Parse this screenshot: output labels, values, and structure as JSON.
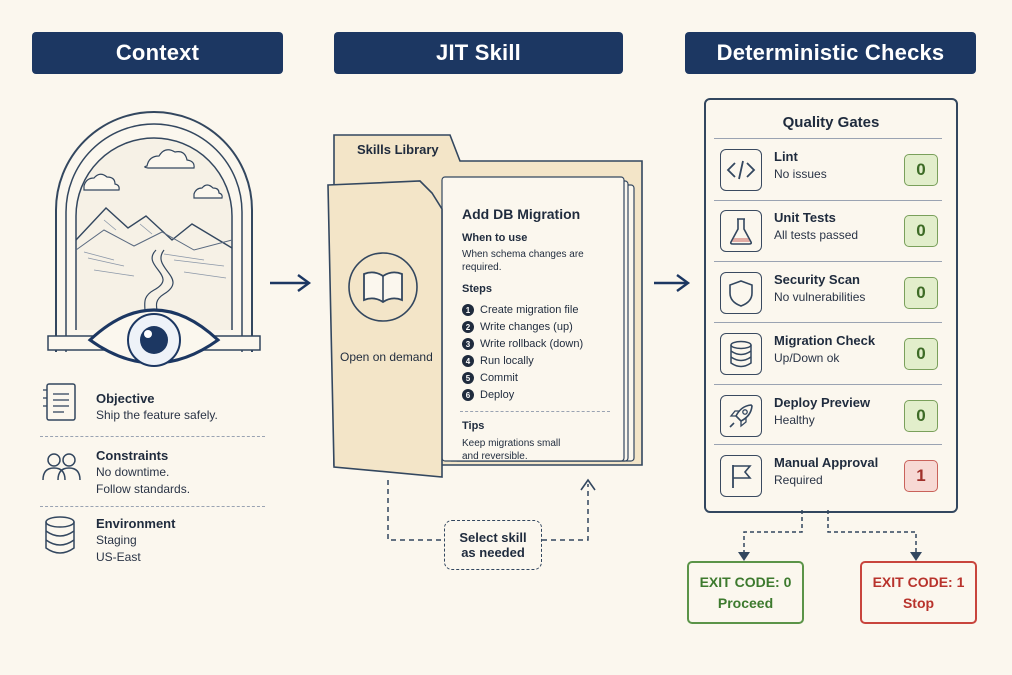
{
  "columns": {
    "context": "Context",
    "jit": "JIT Skill",
    "checks": "Deterministic Checks"
  },
  "context": {
    "items": [
      {
        "icon": "document-icon",
        "title": "Objective",
        "lines": [
          "Ship the feature safely."
        ]
      },
      {
        "icon": "people-icon",
        "title": "Constraints",
        "lines": [
          "No downtime.",
          "Follow standards."
        ]
      },
      {
        "icon": "database-icon",
        "title": "Environment",
        "lines": [
          "Staging",
          "US-East"
        ]
      }
    ]
  },
  "skills": {
    "folder_label": "Skills Library",
    "cover_caption": "Open on demand",
    "doc": {
      "title": "Add DB Migration",
      "when_heading": "When to use",
      "when_lines": [
        "When schema changes are",
        "required."
      ],
      "steps_heading": "Steps",
      "steps": [
        {
          "num": "1",
          "label": "Create migration file"
        },
        {
          "num": "2",
          "label": "Write changes (up)"
        },
        {
          "num": "3",
          "label": "Write rollback (down)"
        },
        {
          "num": "4",
          "label": "Run locally"
        },
        {
          "num": "5",
          "label": "Commit"
        },
        {
          "num": "6",
          "label": "Deploy"
        }
      ],
      "tips_heading": "Tips",
      "tips_lines": [
        "Keep migrations small",
        "and reversible."
      ]
    },
    "select_label_lines": [
      "Select skill",
      "as needed"
    ]
  },
  "gates": {
    "title": "Quality Gates",
    "items": [
      {
        "icon": "code-icon",
        "title": "Lint",
        "sub": "No issues",
        "count": "0",
        "status": "ok"
      },
      {
        "icon": "flask-icon",
        "title": "Unit Tests",
        "sub": "All tests passed",
        "count": "0",
        "status": "ok"
      },
      {
        "icon": "shield-icon",
        "title": "Security Scan",
        "sub": "No vulnerabilities",
        "count": "0",
        "status": "ok"
      },
      {
        "icon": "database-icon",
        "title": "Migration Check",
        "sub": "Up/Down ok",
        "count": "0",
        "status": "ok"
      },
      {
        "icon": "rocket-icon",
        "title": "Deploy Preview",
        "sub": "Healthy",
        "count": "0",
        "status": "ok"
      },
      {
        "icon": "flag-icon",
        "title": "Manual Approval",
        "sub": "Required",
        "count": "1",
        "status": "fail"
      }
    ]
  },
  "exits": [
    {
      "code": "EXIT CODE: 0",
      "label": "Proceed",
      "status": "ok"
    },
    {
      "code": "EXIT CODE: 1",
      "label": "Stop",
      "status": "fail"
    }
  ],
  "colors": {
    "header": "#1c3762",
    "background": "#fbf7ee",
    "folder": "#f3e5c8",
    "ok": "#5b9448",
    "fail": "#c8453d"
  }
}
